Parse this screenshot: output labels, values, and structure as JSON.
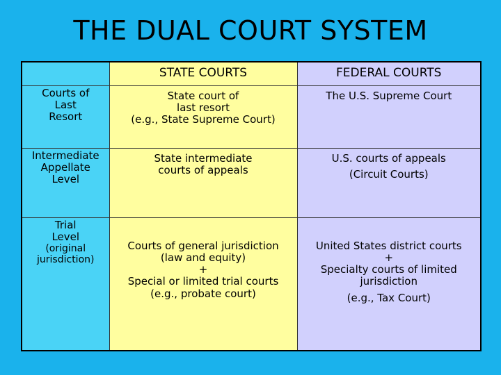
{
  "title": "THE DUAL COURT SYSTEM",
  "columns": [
    "",
    "STATE COURTS",
    "FEDERAL COURTS"
  ],
  "rows": [
    {
      "label": [
        "Courts of",
        "Last",
        "Resort"
      ],
      "state": [
        "State court of",
        "last resort",
        "(e.g., State Supreme Court)"
      ],
      "federal": [
        "The U.S. Supreme Court"
      ]
    },
    {
      "label": [
        "Intermediate",
        "Appellate",
        "Level"
      ],
      "state": [
        "State intermediate",
        "courts of appeals"
      ],
      "federal": [
        "U.S. courts of appeals",
        "(Circuit Courts)"
      ]
    },
    {
      "label": [
        "Trial",
        "Level",
        "(original",
        "jurisdiction)"
      ],
      "state": [
        "Courts of general jurisdiction",
        "(law and equity)",
        "+",
        "Special or limited trial courts",
        "(e.g., probate court)"
      ],
      "federal": [
        "United States district courts",
        "+",
        "Specialty courts of limited",
        "jurisdiction",
        "(e.g., Tax Court)"
      ]
    }
  ],
  "colors": {
    "background": "#1ab2ec",
    "row_header": "#4ad3f6",
    "state_column": "#fffe9f",
    "federal_column": "#d1d0fd"
  }
}
